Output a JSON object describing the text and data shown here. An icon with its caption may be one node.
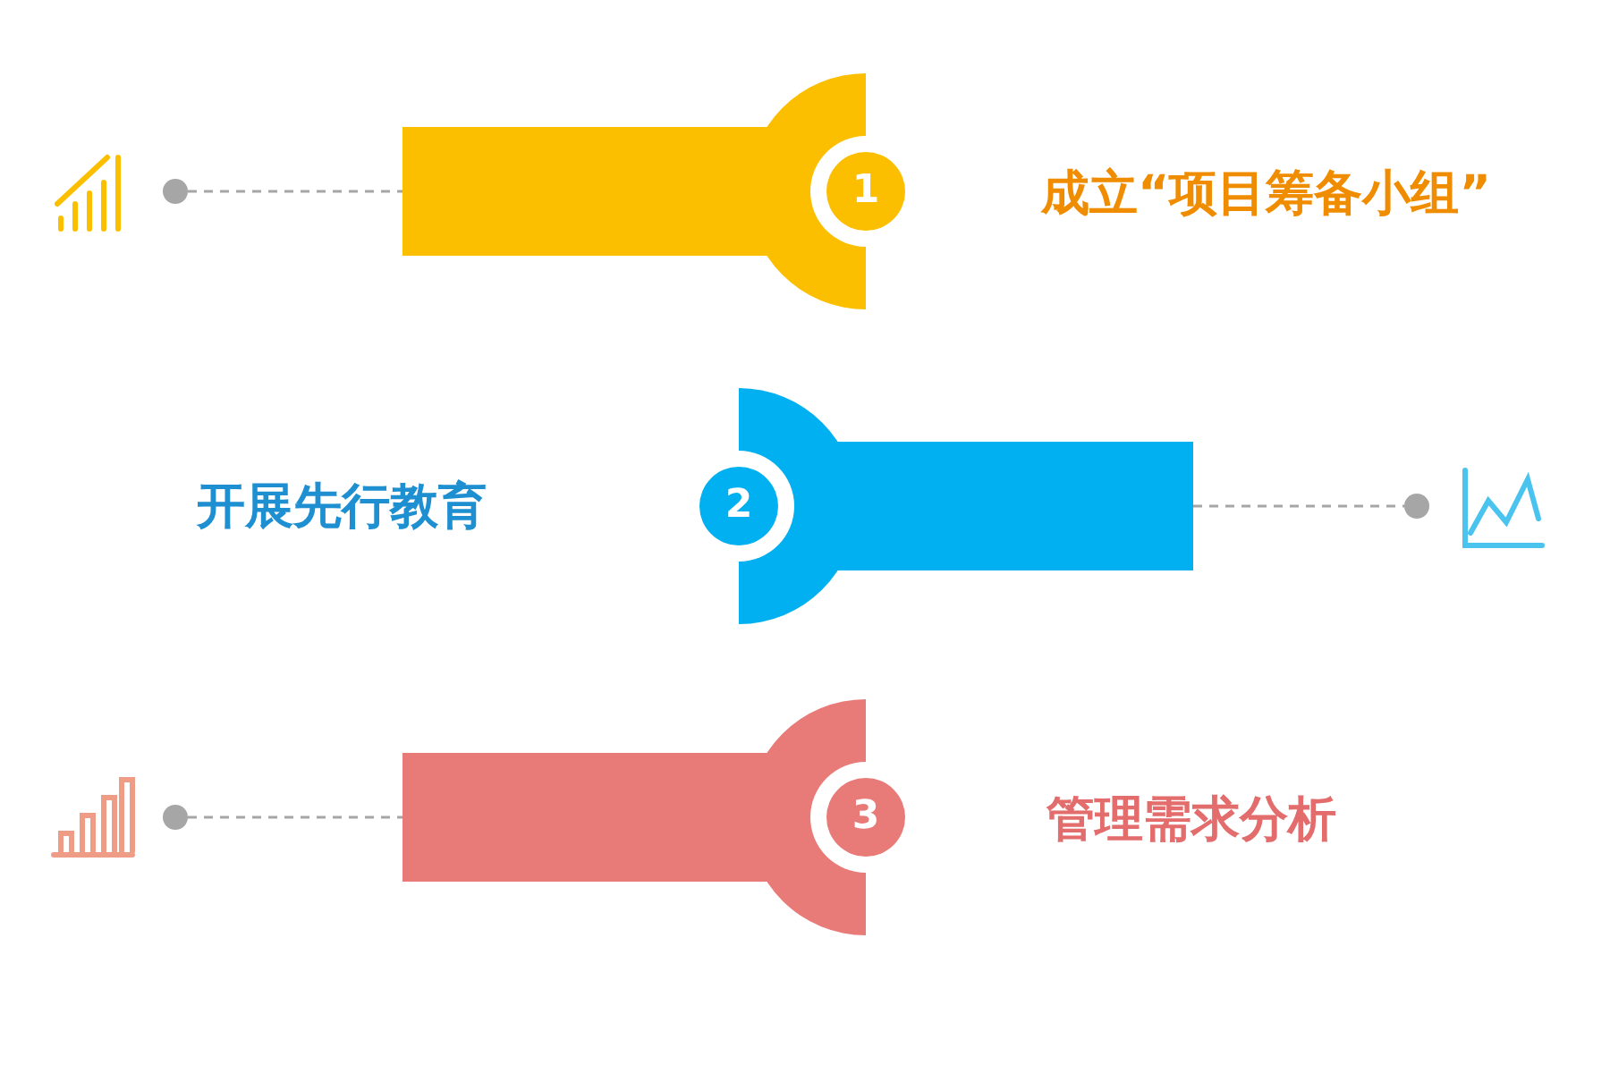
{
  "diagram": {
    "nodes": [
      {
        "text": [],
        "shape": "circle"
      },
      {
        "text": [
          "1"
        ]
      },
      {
        "text": [
          "2"
        ]
      },
      {
        "text": [],
        "shape": "circle"
      },
      {
        "text": [],
        "shape": "circle"
      },
      {
        "text": [
          "3"
        ]
      }
    ],
    "edges": [
      {
        "from": 0,
        "to": 1,
        "arrow": "none",
        "style": "dashed"
      },
      {
        "from": 2,
        "to": 3,
        "arrow": "none",
        "style": "dashed"
      },
      {
        "from": 4,
        "to": 5,
        "arrow": "none",
        "style": "dashed"
      }
    ],
    "labels": [
      "成立“项目筹备小组”",
      "开展先行教育",
      "管理需求分析"
    ]
  }
}
